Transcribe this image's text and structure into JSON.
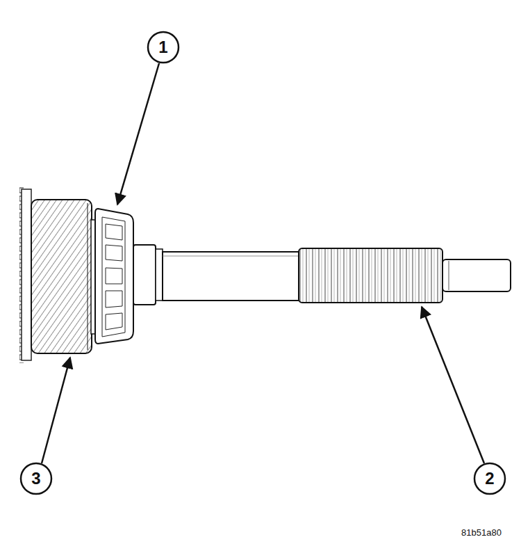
{
  "diagram": {
    "labels": [
      "1",
      "2",
      "3",
      "81b51a80"
    ]
  }
}
